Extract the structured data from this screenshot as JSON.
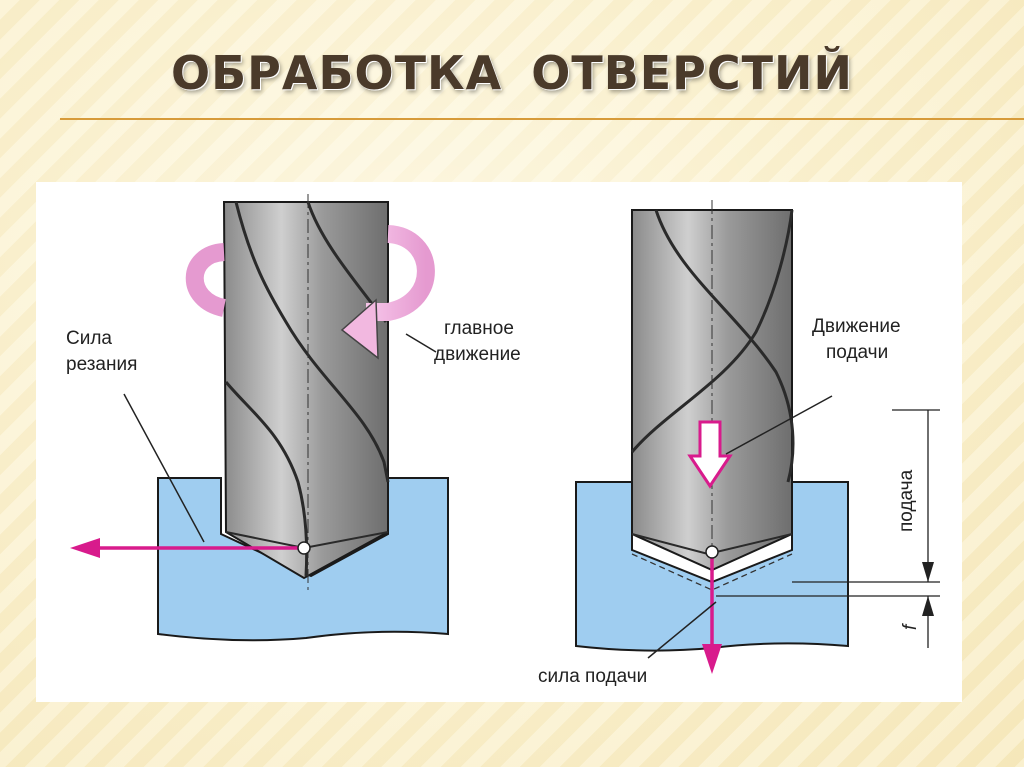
{
  "title": "ОБРАБОТКА  ОТВЕРСТИЙ",
  "labels": {
    "cutting_force_1": "Сила",
    "cutting_force_2": "резания",
    "main_motion_1": "главное",
    "main_motion_2": "движение",
    "feed_motion_1": "Движение",
    "feed_motion_2": "подачи",
    "feed": "подача",
    "f": "f",
    "feed_force": "сила подачи"
  },
  "colors": {
    "workpiece": "#9fcdf0",
    "drill": "#a7a7a7",
    "arrow": "#d81b8c",
    "rotation_arrow": "#f2b8e0"
  }
}
